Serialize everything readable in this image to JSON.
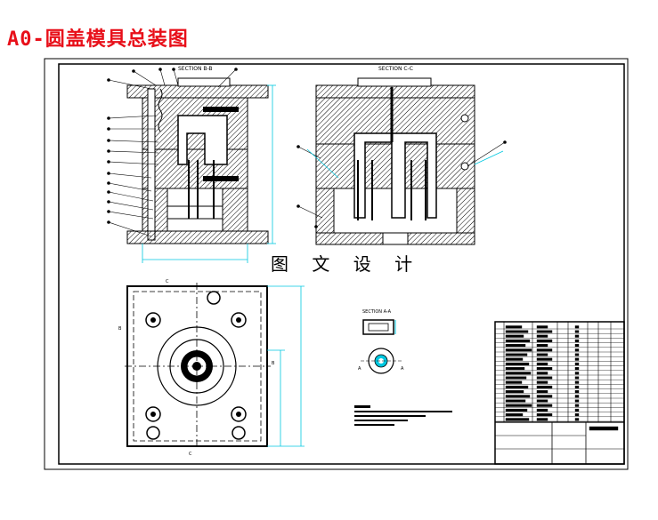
{
  "title": "A0-圆盖模具总装图",
  "watermark": "图 文 设 计",
  "sections": {
    "bb": "SECTION B-B",
    "cc": "SECTION C-C",
    "aa": "SECTION A-A"
  },
  "markers": {
    "c": "C",
    "b": "B",
    "a": "A"
  },
  "colors": {
    "title": "#e8101a",
    "dimension": "#00c8e0",
    "line": "#000000"
  }
}
